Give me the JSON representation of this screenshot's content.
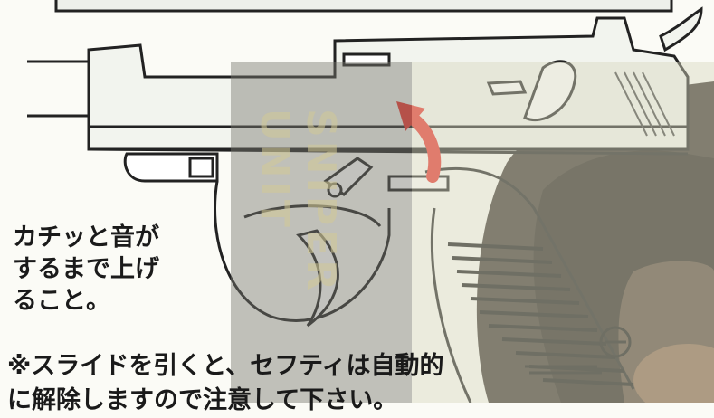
{
  "caption": {
    "line1": "カチッと音が",
    "line2": "するまで上げ",
    "line3": "ること。"
  },
  "note": {
    "line1": "※スライドを引くと、セフティは自動的",
    "line2": "に解除しますので注意して下さい。"
  },
  "watermark": {
    "text": "SNIPER UNIT"
  },
  "colors": {
    "arrow": "#e8322a",
    "ink": "#1a1a1a",
    "paper": "#fbfbf6",
    "photo": "#3a3530"
  },
  "icons": {
    "arrow": "curved-up-arrow-icon"
  }
}
